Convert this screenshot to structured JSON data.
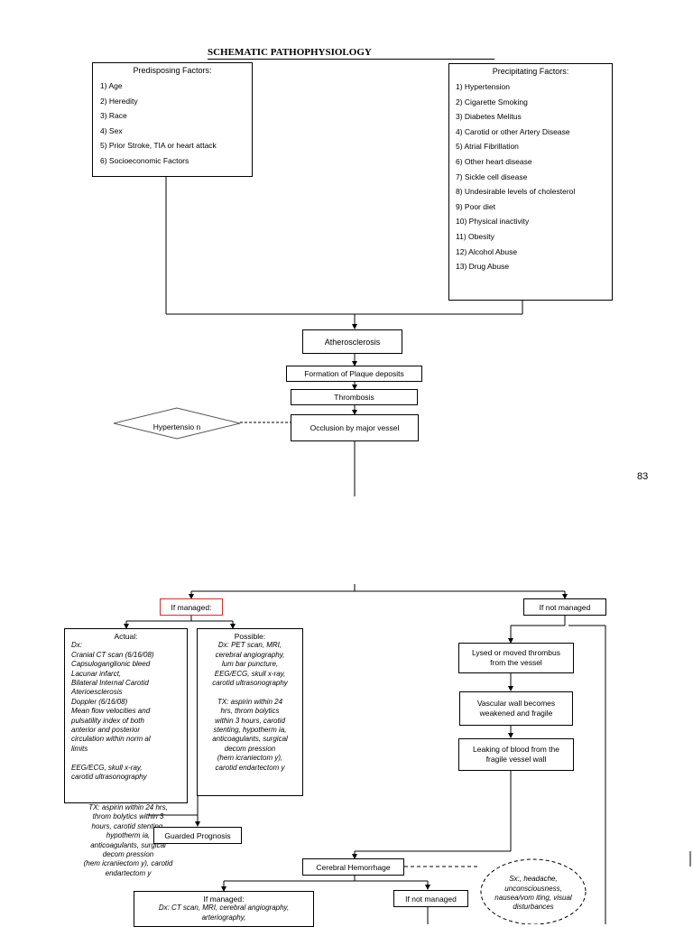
{
  "title": "SCHEMATIC PATHOPHYSIOLOGY",
  "predisposing": {
    "heading": "Predisposing Factors:",
    "items": [
      "1) Age",
      "2) Heredity",
      "3) Race",
      "4) Sex",
      "5) Prior Stroke, TIA or heart attack",
      "6) Socioeconomic Factors"
    ]
  },
  "precipitating": {
    "heading": "Precipitating Factors:",
    "items": [
      "1) Hypertension",
      "2) Cigarette Smoking",
      "3) Diabetes Melitus",
      "4) Carotid or other Artery Disease",
      "5) Atrial Fibrillation",
      "6) Other heart disease",
      "7) Sickle cell disease",
      "8) Undesirable levels of cholesterol",
      "9) Poor diet",
      "10) Physical inactivity",
      "11) Obesity",
      "12) Alcohol Abuse",
      "13) Drug Abuse"
    ]
  },
  "flow": {
    "atherosclerosis": "Atherosclerosis",
    "plaque": "Formation of Plaque deposits",
    "thrombosis": "Thrombosis",
    "hypertension": "Hypertensio n",
    "occlusion": "Occlusion by major vessel"
  },
  "page_number": "83",
  "lower": {
    "if_managed": "If managed:",
    "if_not_managed": "If not managed",
    "actual_heading": "Actual:",
    "actual_lines": [
      "Dx:",
      "Cranial CT scan (6/16/08)",
      "Capsuloganglionic bleed",
      "Lacunar infarct,",
      "Bilateral Internal Carotid",
      "Aterioesclerosis",
      "Doppler (6/16/08)",
      "Mean flow velocities and",
      "pulsatility index of both",
      "anterior and posterior",
      "circulation within norm al",
      "limits",
      "",
      "EEG/ECG, skull x-ray,",
      "carotid ultrasonography"
    ],
    "possible_heading": "Possible:",
    "possible_lines": [
      "Dx: PET scan, MRI,",
      "cerebral angiography,",
      "lum bar puncture,",
      "EEG/ECG, skull x-ray,",
      "carotid ultrasonography",
      "",
      "TX: aspirin within 24",
      "hrs, throm bolytics",
      "within 3 hours, carotid",
      "stenting, hypotherm ia,",
      "anticoagulants, surgical",
      "decom pression",
      "(hem icraniectom y),",
      "carotid endartectom y"
    ],
    "tx_lines": [
      "TX: aspirin within 24 hrs,",
      "throm bolytics within 3",
      "hours, carotid stenting,",
      "hypotherm ia,",
      "anticoagulants, surgical",
      "decom pression",
      "(hem icraniectom y), carotid",
      "endartectom y"
    ],
    "guarded": "Guarded Prognosis",
    "lysed": "Lysed or moved thrombus from the vessel",
    "vascular": "Vascular wall becomes weakened and fragile",
    "leaking": "Leaking of blood from the fragile vessel wall",
    "cerebral": "Cerebral Hemorrhage",
    "sx": "Sx:, headache, unconsciousness, nausea/vom iting, visual disturbances",
    "if_managed2": "If managed:",
    "if_managed2_lines": [
      "Dx: CT scan, MRI, cerebral angiography,",
      "arteriography,"
    ],
    "if_not_managed2": "If not managed"
  }
}
